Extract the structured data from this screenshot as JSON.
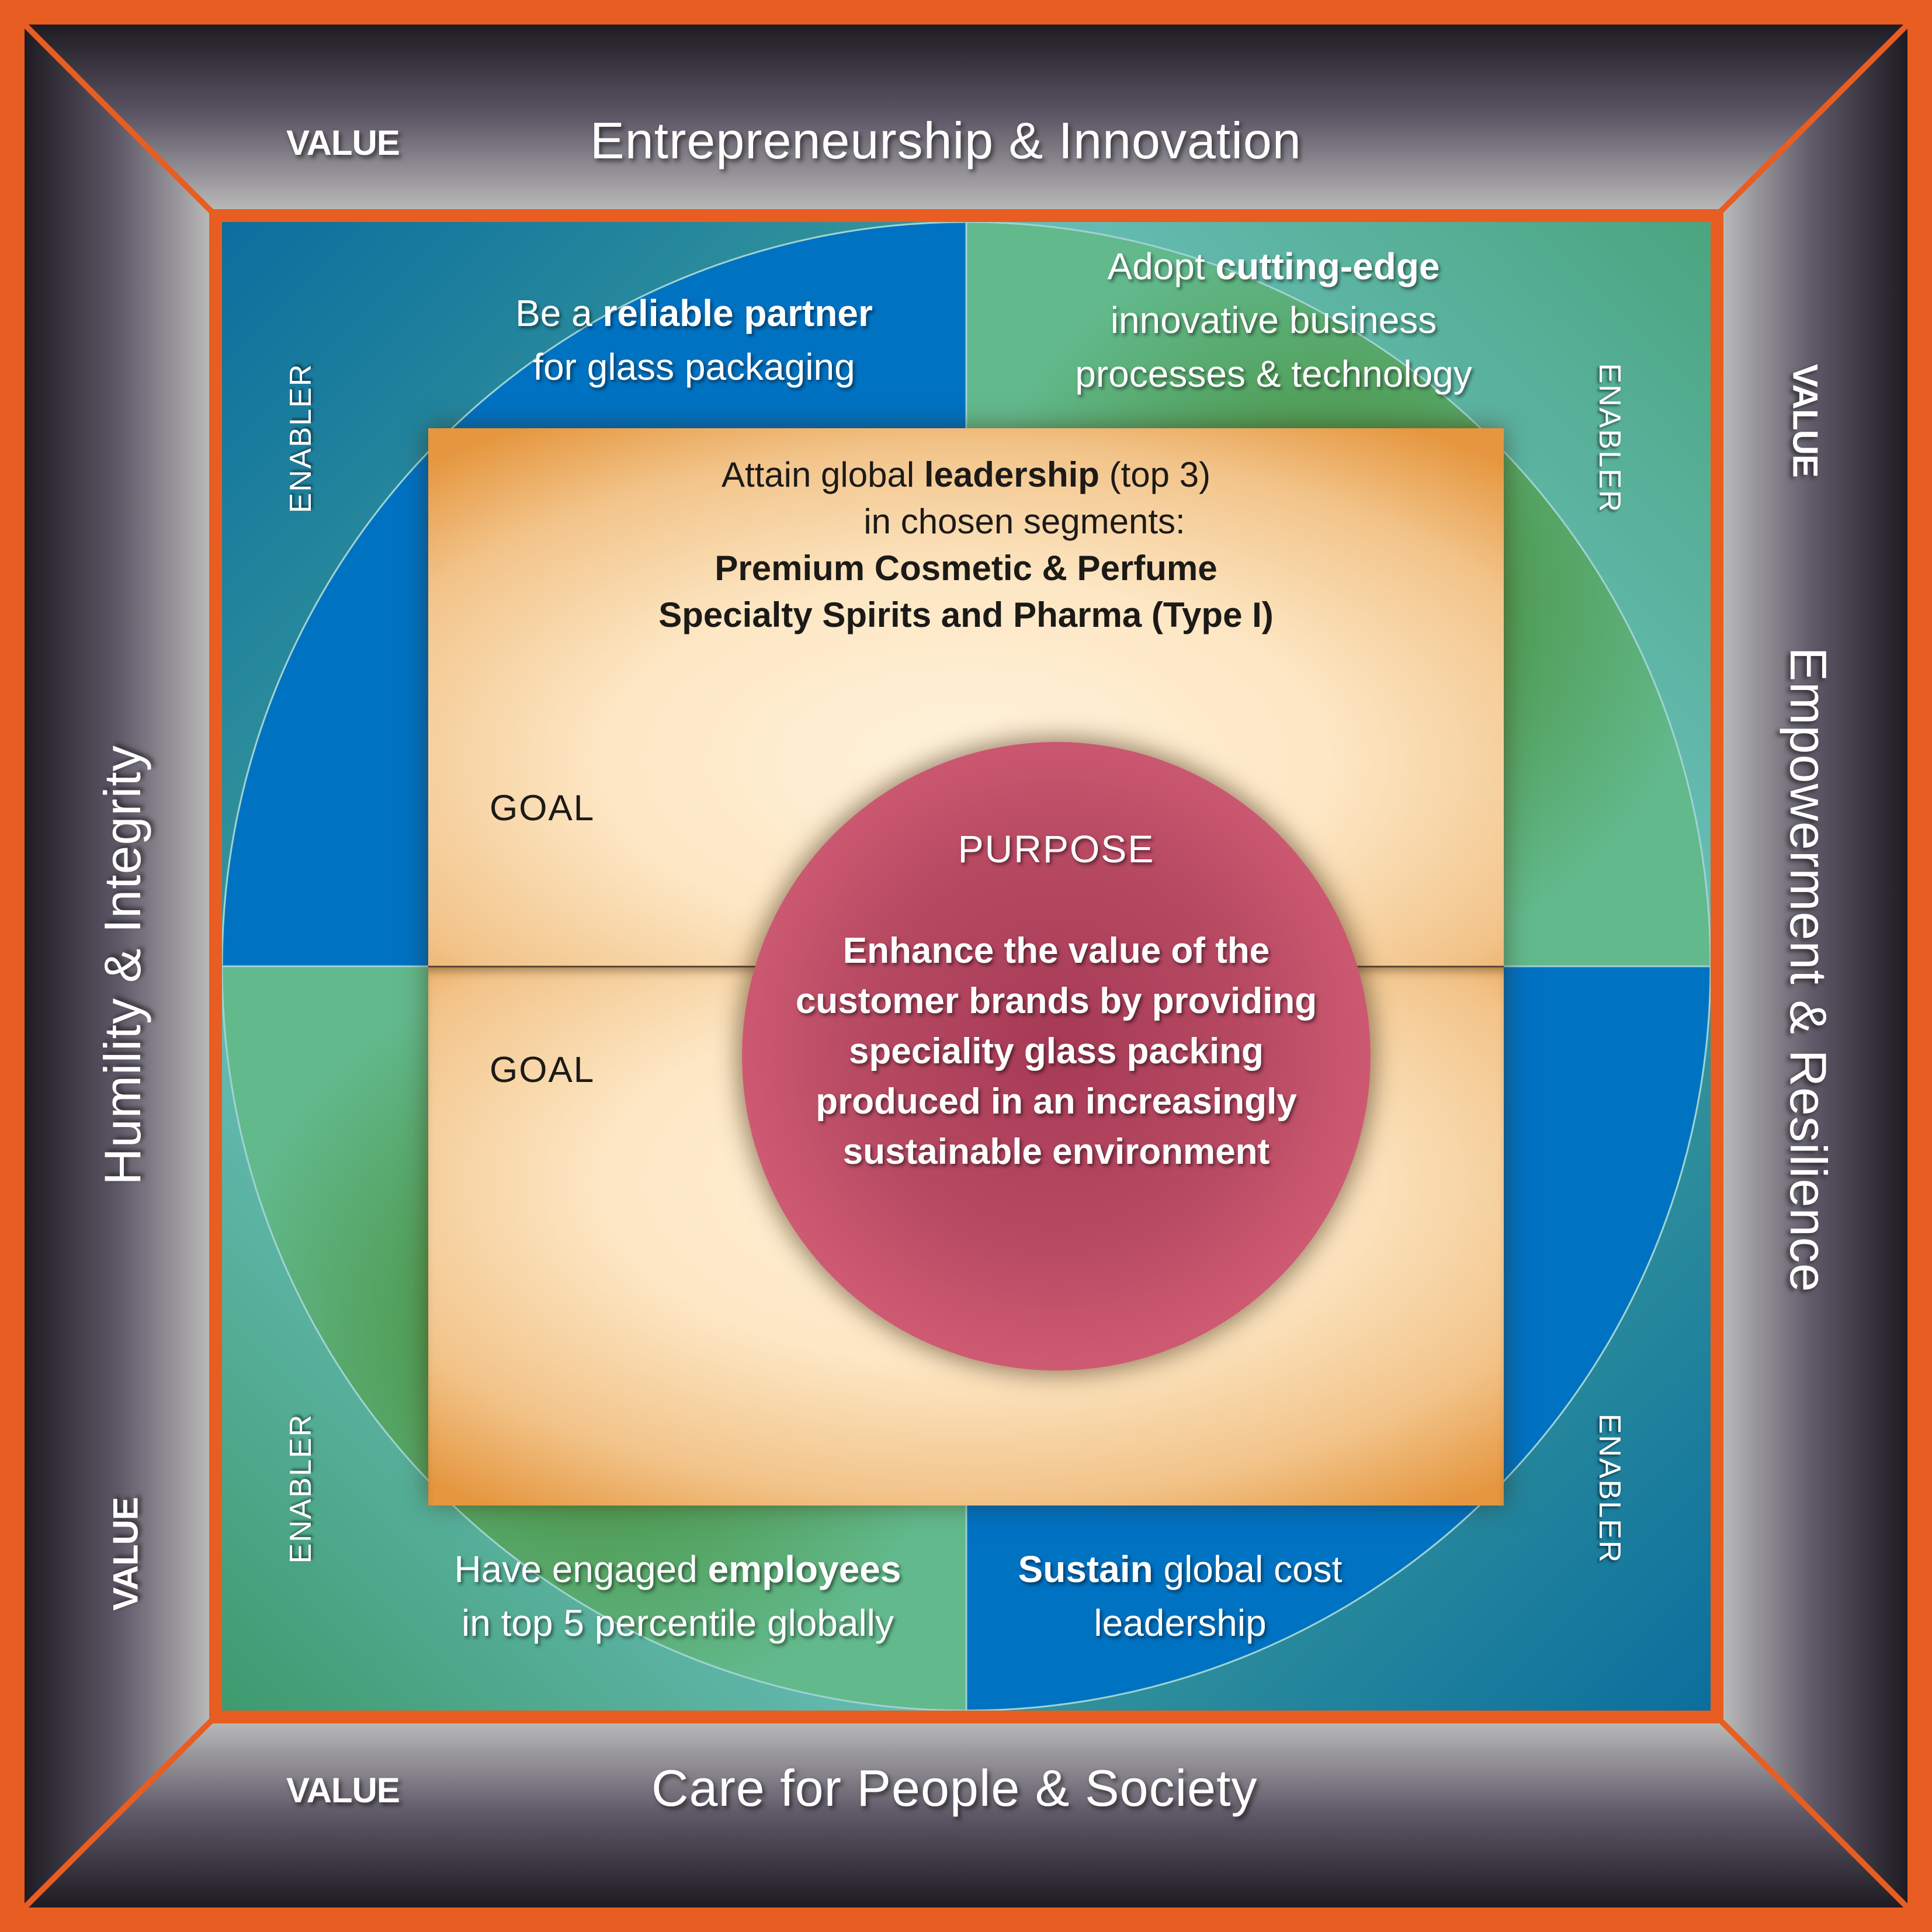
{
  "colors": {
    "orange_border": "#e85d21",
    "frame_dark": "#1e1b22",
    "frame_light": "#b8b8b8",
    "enabler_blue": "#0072c2",
    "enabler_green": "#5aa765",
    "enabler_teal": "#6cc1c0",
    "goal_light": "#fff3dc",
    "goal_dark": "#e5963e",
    "purpose_pink": "#d9637a",
    "purpose_dark": "#a63a55"
  },
  "values": {
    "top": {
      "tag": "VALUE",
      "title": "Entrepreneurship & Innovation"
    },
    "left": {
      "tag": "VALUE",
      "title": "Humility & Integrity"
    },
    "right": {
      "tag": "VALUE",
      "title": "Empowerment & Resilience"
    },
    "bottom": {
      "tag": "VALUE",
      "title": "Care for People & Society"
    }
  },
  "enablers": {
    "tag": "ENABLER",
    "top_left": {
      "pre": "Be a ",
      "bold": "reliable partner",
      "post": "for glass packaging"
    },
    "top_right": {
      "pre": "Adopt ",
      "bold": "cutting-edge",
      "post": "innovative business processes & technology"
    },
    "bottom_left": {
      "pre": "Have engaged ",
      "bold": "employees",
      "post": "in top 5 percentile globally"
    },
    "bottom_right": {
      "pre": "",
      "bold": "Sustain",
      "post": " global cost leadership"
    }
  },
  "goal": {
    "label_top": "GOAL",
    "label_bottom": "GOAL",
    "line1_pre": "Attain global ",
    "line1_bold": "leadership",
    "line1_post": " (top 3)",
    "line2": "in chosen segments:",
    "line3": "Premium Cosmetic & Perfume",
    "line4": "Specialty Spirits and Pharma (Type I)"
  },
  "purpose": {
    "title": "PURPOSE",
    "body": "Enhance the value of the customer brands by providing speciality glass packing produced in an increasingly sustainable environment"
  }
}
